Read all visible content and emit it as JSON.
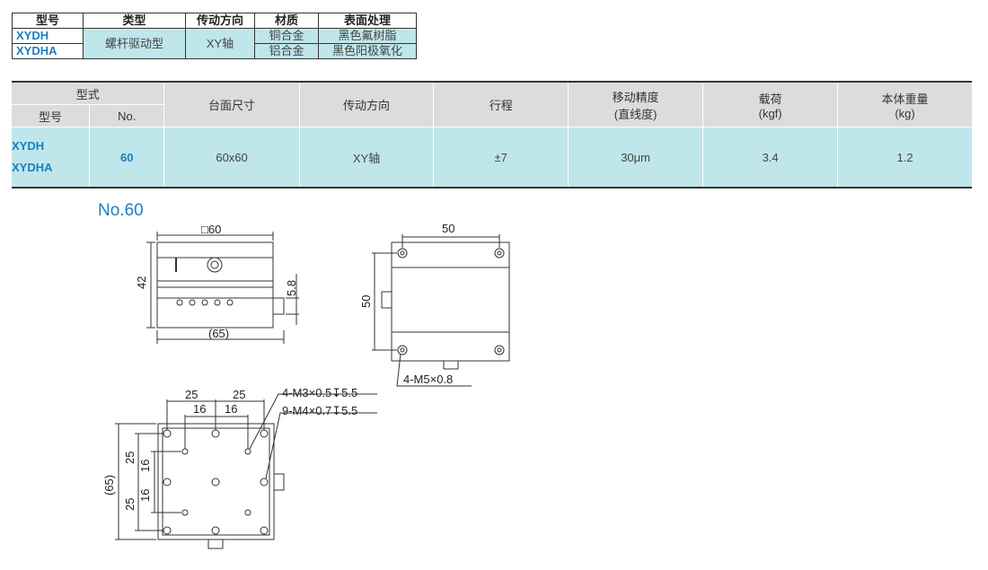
{
  "spec_table": {
    "headers": [
      "型号",
      "类型",
      "传动方向",
      "材质",
      "表面处理"
    ],
    "models": [
      "XYDH",
      "XYDHA"
    ],
    "type": "螺杆驱动型",
    "direction": "XY轴",
    "materials": [
      "铜合金",
      "铝合金"
    ],
    "finishes": [
      "黑色氟树脂",
      "黑色阳极氧化"
    ]
  },
  "main_table": {
    "group_header": "型式",
    "sub_headers": [
      "型号",
      "No."
    ],
    "columns": [
      "台面尺寸",
      "传动方向",
      "行程",
      "移动精度",
      "载荷",
      "本体重量"
    ],
    "column_sub": [
      "(直线度)",
      "(kgf)",
      "(kg)"
    ],
    "row": {
      "models": [
        "XYDH",
        "XYDHA"
      ],
      "no": "60",
      "table_size": "60x60",
      "direction": "XY轴",
      "stroke": "±7",
      "accuracy": "30μm",
      "load": "3.4",
      "weight": "1.2"
    }
  },
  "drawing": {
    "title": "No.60",
    "front": {
      "width_label": "□60",
      "height_label": "42",
      "step_label": "5.8",
      "overall_label": "(65)"
    },
    "top": {
      "pitch_h_label": "50",
      "pitch_v_label": "50",
      "hole_label": "4-M5×0.8"
    },
    "plan": {
      "top_dims": [
        "25",
        "25"
      ],
      "inner_dims": [
        "16",
        "16"
      ],
      "hole_labels": [
        "4-M3×0.5↧5.5",
        "9-M4×0.7↧5.5"
      ],
      "left_dims": [
        "25",
        "25"
      ],
      "left_inner_dims": [
        "16",
        "16"
      ],
      "overall_label": "(65)"
    }
  },
  "colors": {
    "accent": "#1a7fc1",
    "cell_fill": "#bfe6ea",
    "header_fill": "#dcdcdc"
  }
}
